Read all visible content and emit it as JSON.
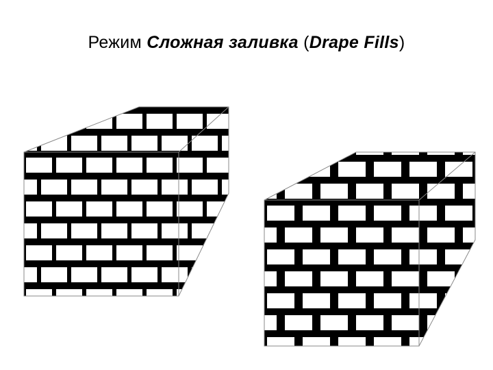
{
  "slide": {
    "title_prefix": "Режим ",
    "title_mode": "Сложная заливка",
    "title_open": " (",
    "title_english": "Drape Fills",
    "title_close": ")"
  },
  "pattern": {
    "name": "brick-pattern",
    "mortar_color": "#000000",
    "brick_color": "#ffffff"
  },
  "figures": [
    {
      "name": "left-box",
      "fill_mode": "single-pattern"
    },
    {
      "name": "right-box",
      "fill_mode": "drape-fill"
    }
  ]
}
